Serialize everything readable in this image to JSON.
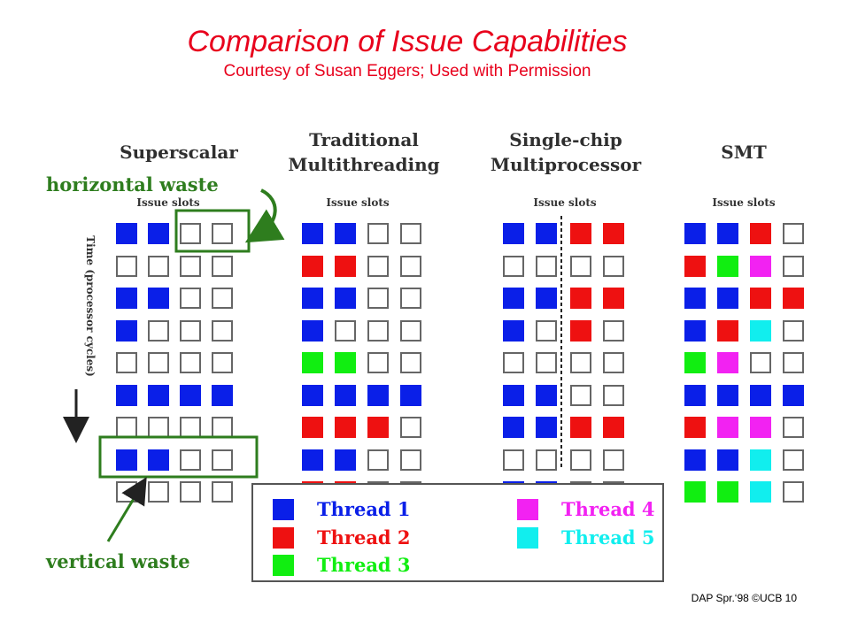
{
  "title": "Comparison of Issue Capabilities",
  "subtitle": "Courtesy of Susan Eggers; Used with Permission",
  "columns": [
    {
      "key": "superscalar",
      "heading": "Superscalar",
      "slots_label": "Issue slots",
      "divider": false,
      "rows": [
        [
          1,
          1,
          0,
          0
        ],
        [
          0,
          0,
          0,
          0
        ],
        [
          1,
          1,
          0,
          0
        ],
        [
          1,
          0,
          0,
          0
        ],
        [
          0,
          0,
          0,
          0
        ],
        [
          1,
          1,
          1,
          1
        ],
        [
          0,
          0,
          0,
          0
        ],
        [
          1,
          1,
          0,
          0
        ],
        [
          0,
          0,
          0,
          0
        ]
      ]
    },
    {
      "key": "traditional-multithreading",
      "heading": "Traditional Multithreading",
      "slots_label": "Issue slots",
      "divider": false,
      "rows": [
        [
          1,
          1,
          0,
          0
        ],
        [
          2,
          2,
          0,
          0
        ],
        [
          1,
          1,
          0,
          0
        ],
        [
          1,
          0,
          0,
          0
        ],
        [
          3,
          3,
          0,
          0
        ],
        [
          1,
          1,
          1,
          1
        ],
        [
          2,
          2,
          2,
          0
        ],
        [
          1,
          1,
          0,
          0
        ],
        [
          2,
          2,
          0,
          0
        ]
      ]
    },
    {
      "key": "single-chip-multiprocessor",
      "heading": "Single-chip Multiprocessor",
      "slots_label": "Issue slots",
      "divider": true,
      "rows": [
        [
          1,
          1,
          2,
          2
        ],
        [
          0,
          0,
          0,
          0
        ],
        [
          1,
          1,
          2,
          2
        ],
        [
          1,
          0,
          2,
          0
        ],
        [
          0,
          0,
          0,
          0
        ],
        [
          1,
          1,
          0,
          0
        ],
        [
          1,
          1,
          2,
          2
        ],
        [
          0,
          0,
          0,
          0
        ],
        [
          1,
          1,
          0,
          0
        ]
      ]
    },
    {
      "key": "smt",
      "heading": "SMT",
      "slots_label": "Issue slots",
      "divider": false,
      "rows": [
        [
          1,
          1,
          2,
          0
        ],
        [
          2,
          3,
          4,
          0
        ],
        [
          1,
          1,
          2,
          2
        ],
        [
          1,
          2,
          5,
          0
        ],
        [
          3,
          4,
          0,
          0
        ],
        [
          1,
          1,
          1,
          1
        ],
        [
          2,
          4,
          4,
          0
        ],
        [
          1,
          1,
          5,
          0
        ],
        [
          3,
          3,
          5,
          0
        ]
      ]
    }
  ],
  "annotations": {
    "horizontal_waste": "horizontal waste",
    "vertical_waste": "vertical waste",
    "time_axis": "Time (processor cycles)"
  },
  "legend": [
    {
      "label": "Thread 1",
      "color": "#0a1fe8"
    },
    {
      "label": "Thread 2",
      "color": "#ee1111"
    },
    {
      "label": "Thread 3",
      "color": "#11ee11"
    },
    {
      "label": "Thread 4",
      "color": "#f222f2"
    },
    {
      "label": "Thread 5",
      "color": "#11eeee"
    }
  ],
  "colors": {
    "title": "#e8001c",
    "annotation": "#2e7d1e",
    "empty_border": "#666666"
  },
  "footer": "DAP Spr.‘98 ©UCB 10"
}
